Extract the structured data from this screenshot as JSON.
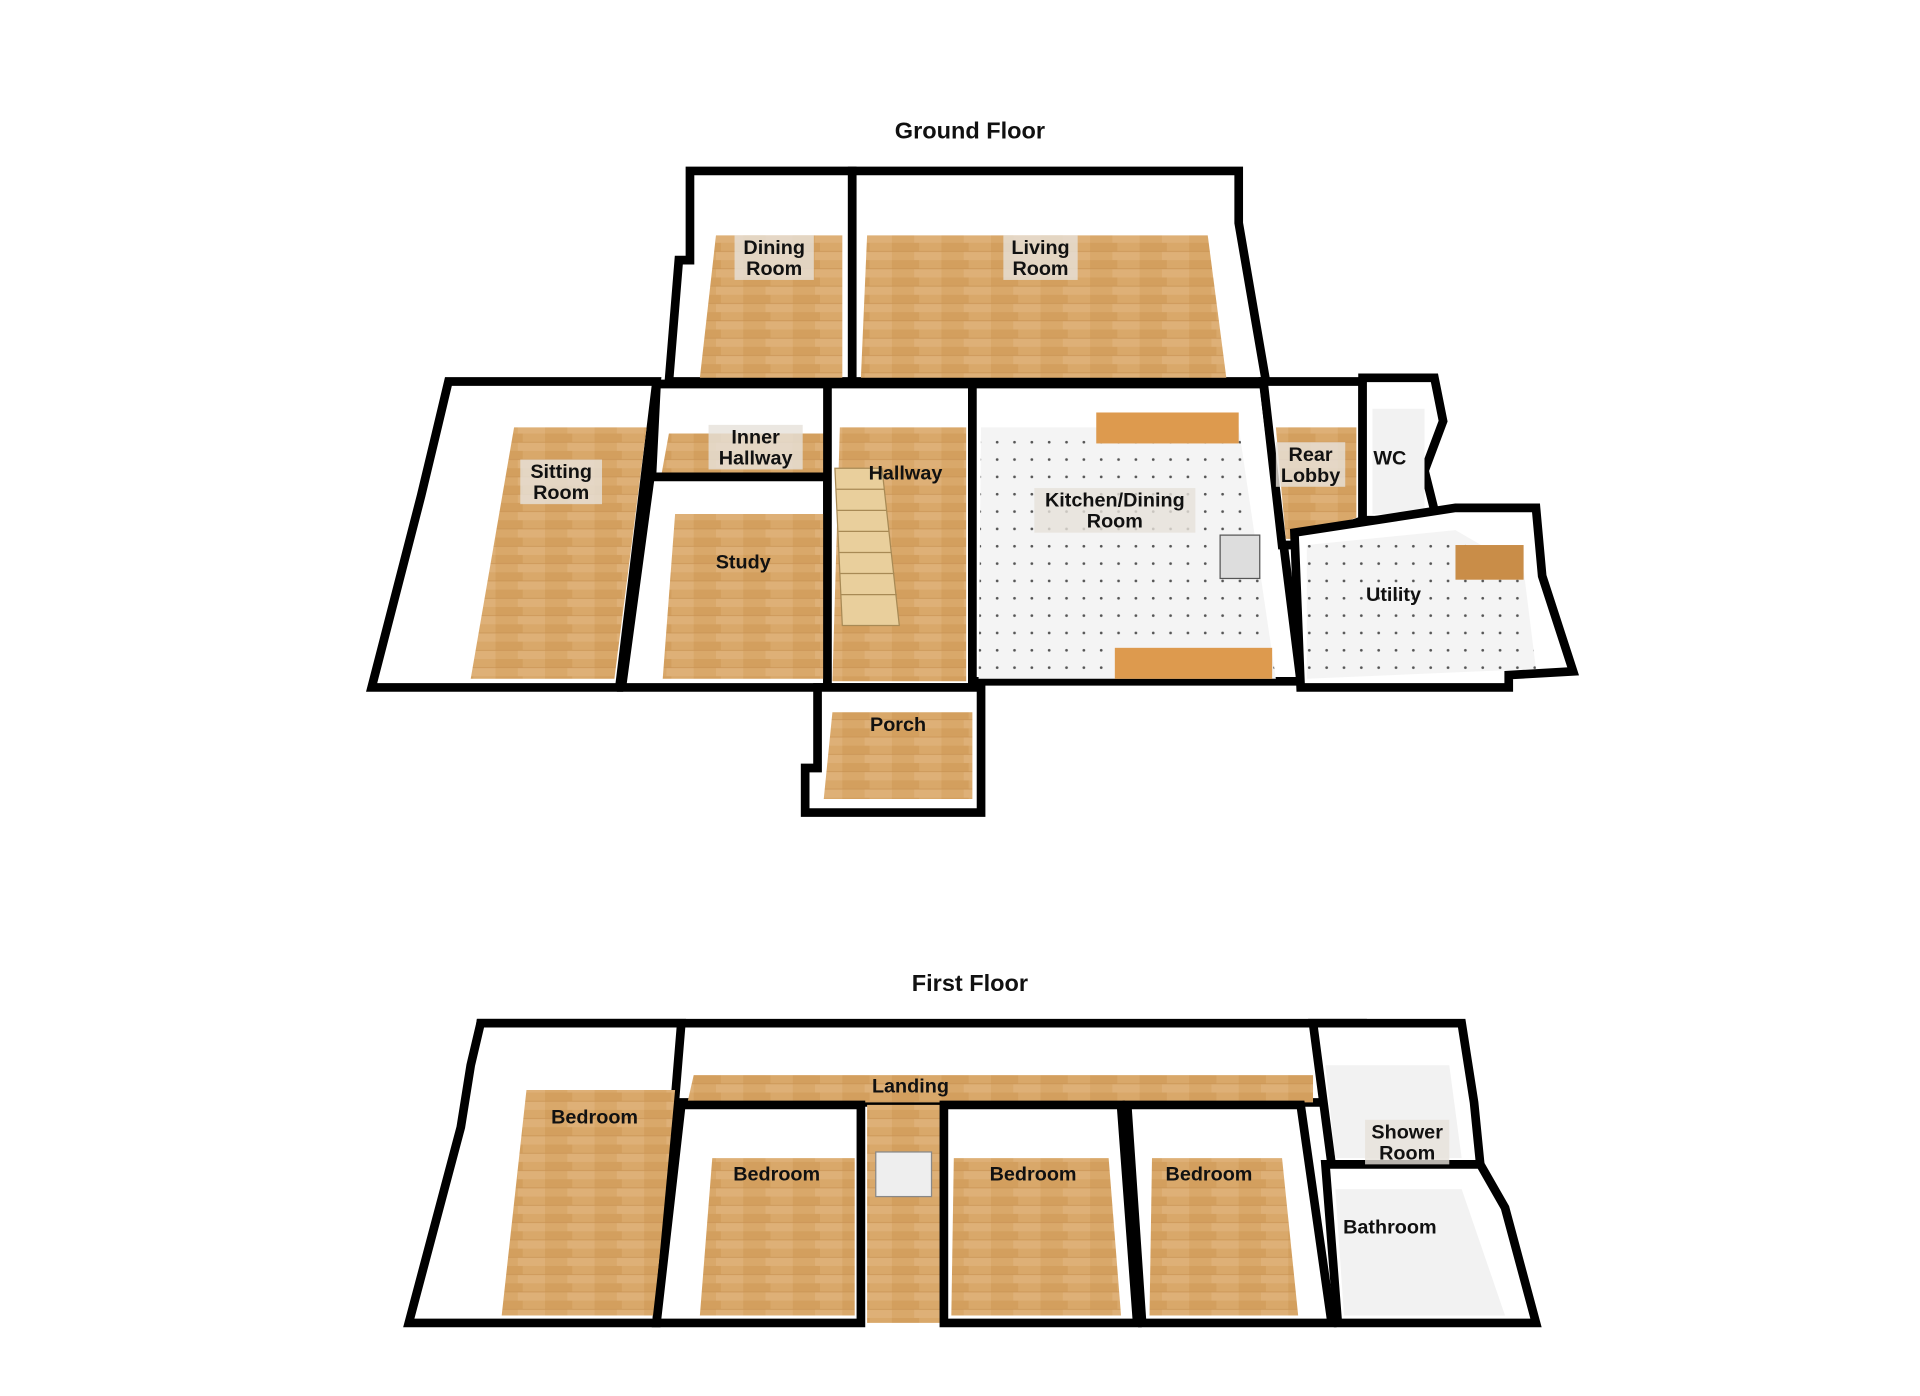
{
  "ground_floor": {
    "title": "Ground Floor",
    "rooms": {
      "dining": [
        "Dining",
        "Room"
      ],
      "living": [
        "Living",
        "Room"
      ],
      "sitting": [
        "Sitting",
        "Room"
      ],
      "inner_hallway": [
        "Inner",
        "Hallway"
      ],
      "hallway": "Hallway",
      "study": "Study",
      "kitchen": [
        "Kitchen/Dining",
        "Room"
      ],
      "rear_lobby": [
        "Rear",
        "Lobby"
      ],
      "wc": "WC",
      "utility": "Utility",
      "porch": "Porch"
    }
  },
  "first_floor": {
    "title": "First Floor",
    "rooms": {
      "landing": "Landing",
      "bedroom1": "Bedroom",
      "bedroom2": "Bedroom",
      "bedroom3": "Bedroom",
      "bedroom4": "Bedroom",
      "shower": [
        "Shower",
        "Room"
      ],
      "bathroom": "Bathroom"
    }
  },
  "colors": {
    "wood": "#d9a86a",
    "wall": "#ffffff",
    "outline": "#000000",
    "tile": "#f4f4f4"
  }
}
